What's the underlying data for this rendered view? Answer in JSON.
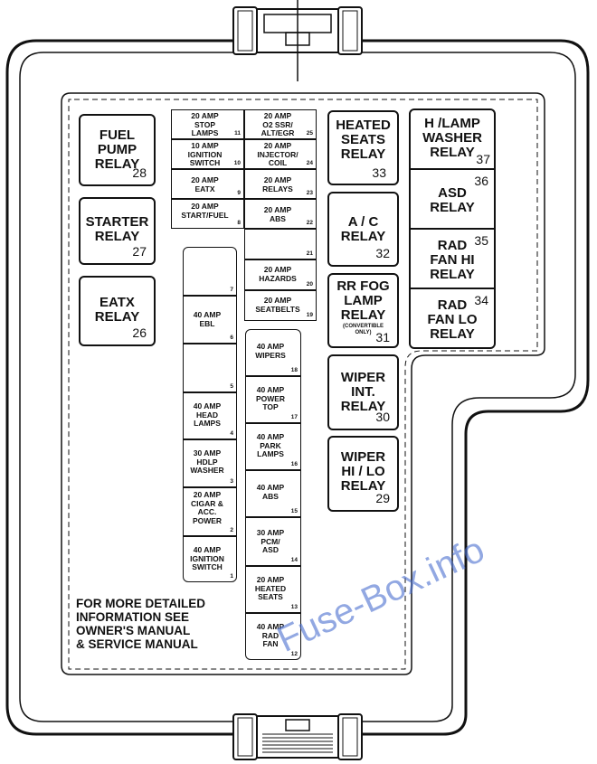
{
  "relays_left": [
    {
      "label": "FUEL\nPUMP\nRELAY",
      "number": "28"
    },
    {
      "label": "STARTER\nRELAY",
      "number": "27"
    },
    {
      "label": "EATX\nRELAY",
      "number": "26"
    }
  ],
  "relays_mid": [
    {
      "label": "HEATED\nSEATS\nRELAY",
      "number": "33"
    },
    {
      "label": "A / C\nRELAY",
      "number": "32"
    },
    {
      "label": "RR FOG\nLAMP\nRELAY",
      "sub": "(CONVERTIBLE\nONLY)",
      "number": "31"
    },
    {
      "label": "WIPER\nINT.\nRELAY",
      "number": "30"
    },
    {
      "label": "WIPER\nHI / LO\nRELAY",
      "number": "29"
    }
  ],
  "relays_right": [
    {
      "label": "H /LAMP\nWASHER\nRELAY",
      "number": "37"
    },
    {
      "label": "ASD\nRELAY",
      "number": "36"
    },
    {
      "label": "RAD\nFAN HI\nRELAY",
      "number": "35"
    },
    {
      "label": "RAD\nFAN LO\nRELAY",
      "number": "34"
    }
  ],
  "fuses_top_left": [
    {
      "label": "20 AMP\nSTOP\nLAMPS",
      "number": "11"
    },
    {
      "label": "10 AMP\nIGNITION\nSWITCH",
      "number": "10"
    },
    {
      "label": "20 AMP\nEATX",
      "number": "9"
    },
    {
      "label": "20 AMP\nSTART/FUEL",
      "number": "8"
    }
  ],
  "fuses_top_right": [
    {
      "label": "20 AMP\nO2 SSR/\nALT/EGR",
      "number": "25"
    },
    {
      "label": "20 AMP\nINJECTOR/\nCOIL",
      "number": "24"
    },
    {
      "label": "20 AMP\nRELAYS",
      "number": "23"
    },
    {
      "label": "20 AMP\nABS",
      "number": "22"
    },
    {
      "label": "",
      "number": "21"
    },
    {
      "label": "20 AMP\nHAZARDS",
      "number": "20"
    },
    {
      "label": "20 AMP\nSEATBELTS",
      "number": "19"
    }
  ],
  "fuses_col_left": [
    {
      "label": "",
      "number": "7"
    },
    {
      "label": "40 AMP\nEBL",
      "number": "6"
    },
    {
      "label": "",
      "number": "5"
    },
    {
      "label": "40 AMP\nHEAD\nLAMPS",
      "number": "4"
    },
    {
      "label": "30 AMP\nHDLP\nWASHER",
      "number": "3"
    },
    {
      "label": "20 AMP\nCIGAR &\nACC.\nPOWER",
      "number": "2"
    },
    {
      "label": "40 AMP\nIGNITION\nSWITCH",
      "number": "1"
    }
  ],
  "fuses_col_right": [
    {
      "label": "40 AMP\nWIPERS",
      "number": "18"
    },
    {
      "label": "40 AMP\nPOWER\nTOP",
      "number": "17"
    },
    {
      "label": "40 AMP\nPARK\nLAMPS",
      "number": "16"
    },
    {
      "label": "40 AMP\nABS",
      "number": "15"
    },
    {
      "label": "30 AMP\nPCM/\nASD",
      "number": "14"
    },
    {
      "label": "20 AMP\nHEATED\nSEATS",
      "number": "13"
    },
    {
      "label": "40 AMP\nRAD\nFAN",
      "number": "12"
    }
  ],
  "note": "FOR MORE DETAILED\nINFORMATION SEE\nOWNER'S MANUAL\n& SERVICE MANUAL",
  "watermark": "Fuse-Box.info"
}
